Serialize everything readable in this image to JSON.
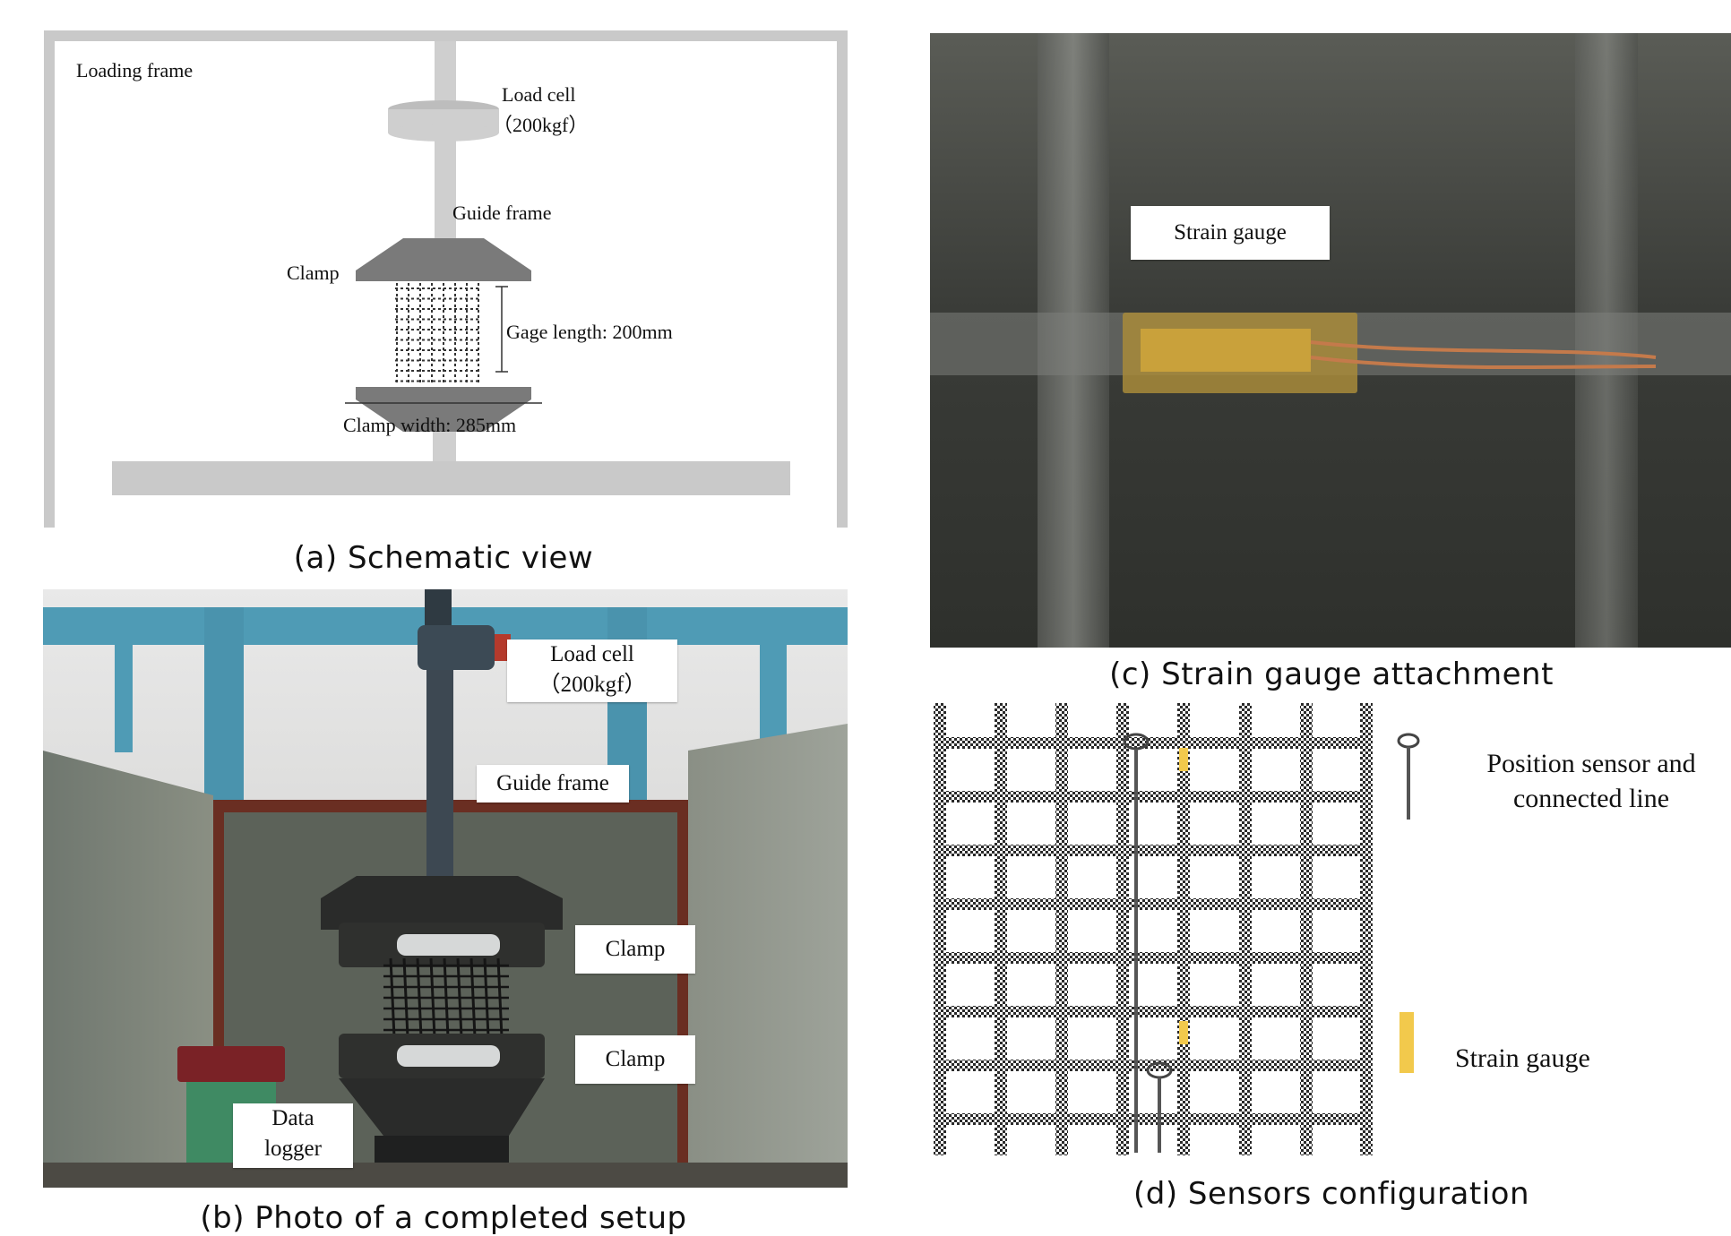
{
  "panel_a": {
    "caption": "(a) Schematic view",
    "labels": {
      "loading_frame": "Loading frame",
      "load_cell_line1": "Load cell",
      "load_cell_line2": "（200kgf）",
      "guide_frame": "Guide frame",
      "clamp": "Clamp",
      "gage_length": "Gage length: 200mm",
      "clamp_width": "Clamp width:  285mm"
    }
  },
  "panel_b": {
    "caption": "(b) Photo of a completed setup",
    "labels": {
      "load_cell_line1": "Load cell",
      "load_cell_line2": "（200kgf）",
      "guide_frame": "Guide frame",
      "clamp_top": "Clamp",
      "clamp_bottom": "Clamp",
      "data_logger_line1": "Data",
      "data_logger_line2": "logger"
    }
  },
  "panel_c": {
    "caption": "(c) Strain gauge attachment",
    "labels": {
      "strain_gauge": "Strain gauge"
    }
  },
  "panel_d": {
    "caption": "(d) Sensors configuration",
    "legend": {
      "position_sensor_line1": "Position sensor and",
      "position_sensor_line2": "connected line",
      "strain_gauge": "Strain gauge"
    }
  },
  "colors": {
    "frame_gray": "#c8c8c8",
    "clamp_gray": "#7a7a7a",
    "steel_blue": "#4f9bb5",
    "gauge_yellow": "#f2c94c"
  }
}
